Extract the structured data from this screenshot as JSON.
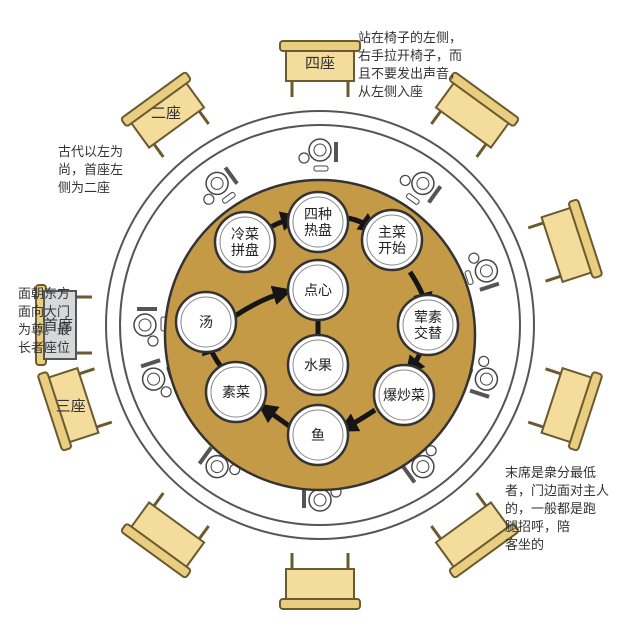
{
  "diagram": {
    "seats": {
      "fourth": "四座",
      "second": "二座",
      "head": "首席",
      "third": "三座"
    },
    "dishes": {
      "cold_platter": "冷菜\n拼盘",
      "four_hot": "四种\n热盘",
      "main_course": "主菜\n开始",
      "meat_veg": "荤素\n交替",
      "stir_fry": "爆炒菜",
      "fish": "鱼",
      "vegetable": "素菜",
      "soup": "汤",
      "dessert": "点心",
      "fruit": "水果"
    },
    "notes": {
      "top_right": "站在椅子的左侧，\n右手拉开椅子，而\n且不要发出声音，\n从左侧入座",
      "left_upper": "古代以左为\n尚，首座左\n侧为二座",
      "left_middle": "面朝东方\n面向大门\n为尊。最\n长者座位",
      "bottom_right": "末席是衆分最低\n者，门边面对主人\n的，一般都是跑\n腿招呼，陪\n客坐的"
    }
  },
  "colors": {
    "table_rim": "#ffffff",
    "outer_band": "#ffffff",
    "tray": "#c49a47",
    "plate": "#ffffff",
    "chair_fill": "#f3dc9c",
    "chair_stroke": "#6b5a2e",
    "head_chair_fill": "#d6d8da",
    "arrow": "#151515"
  }
}
